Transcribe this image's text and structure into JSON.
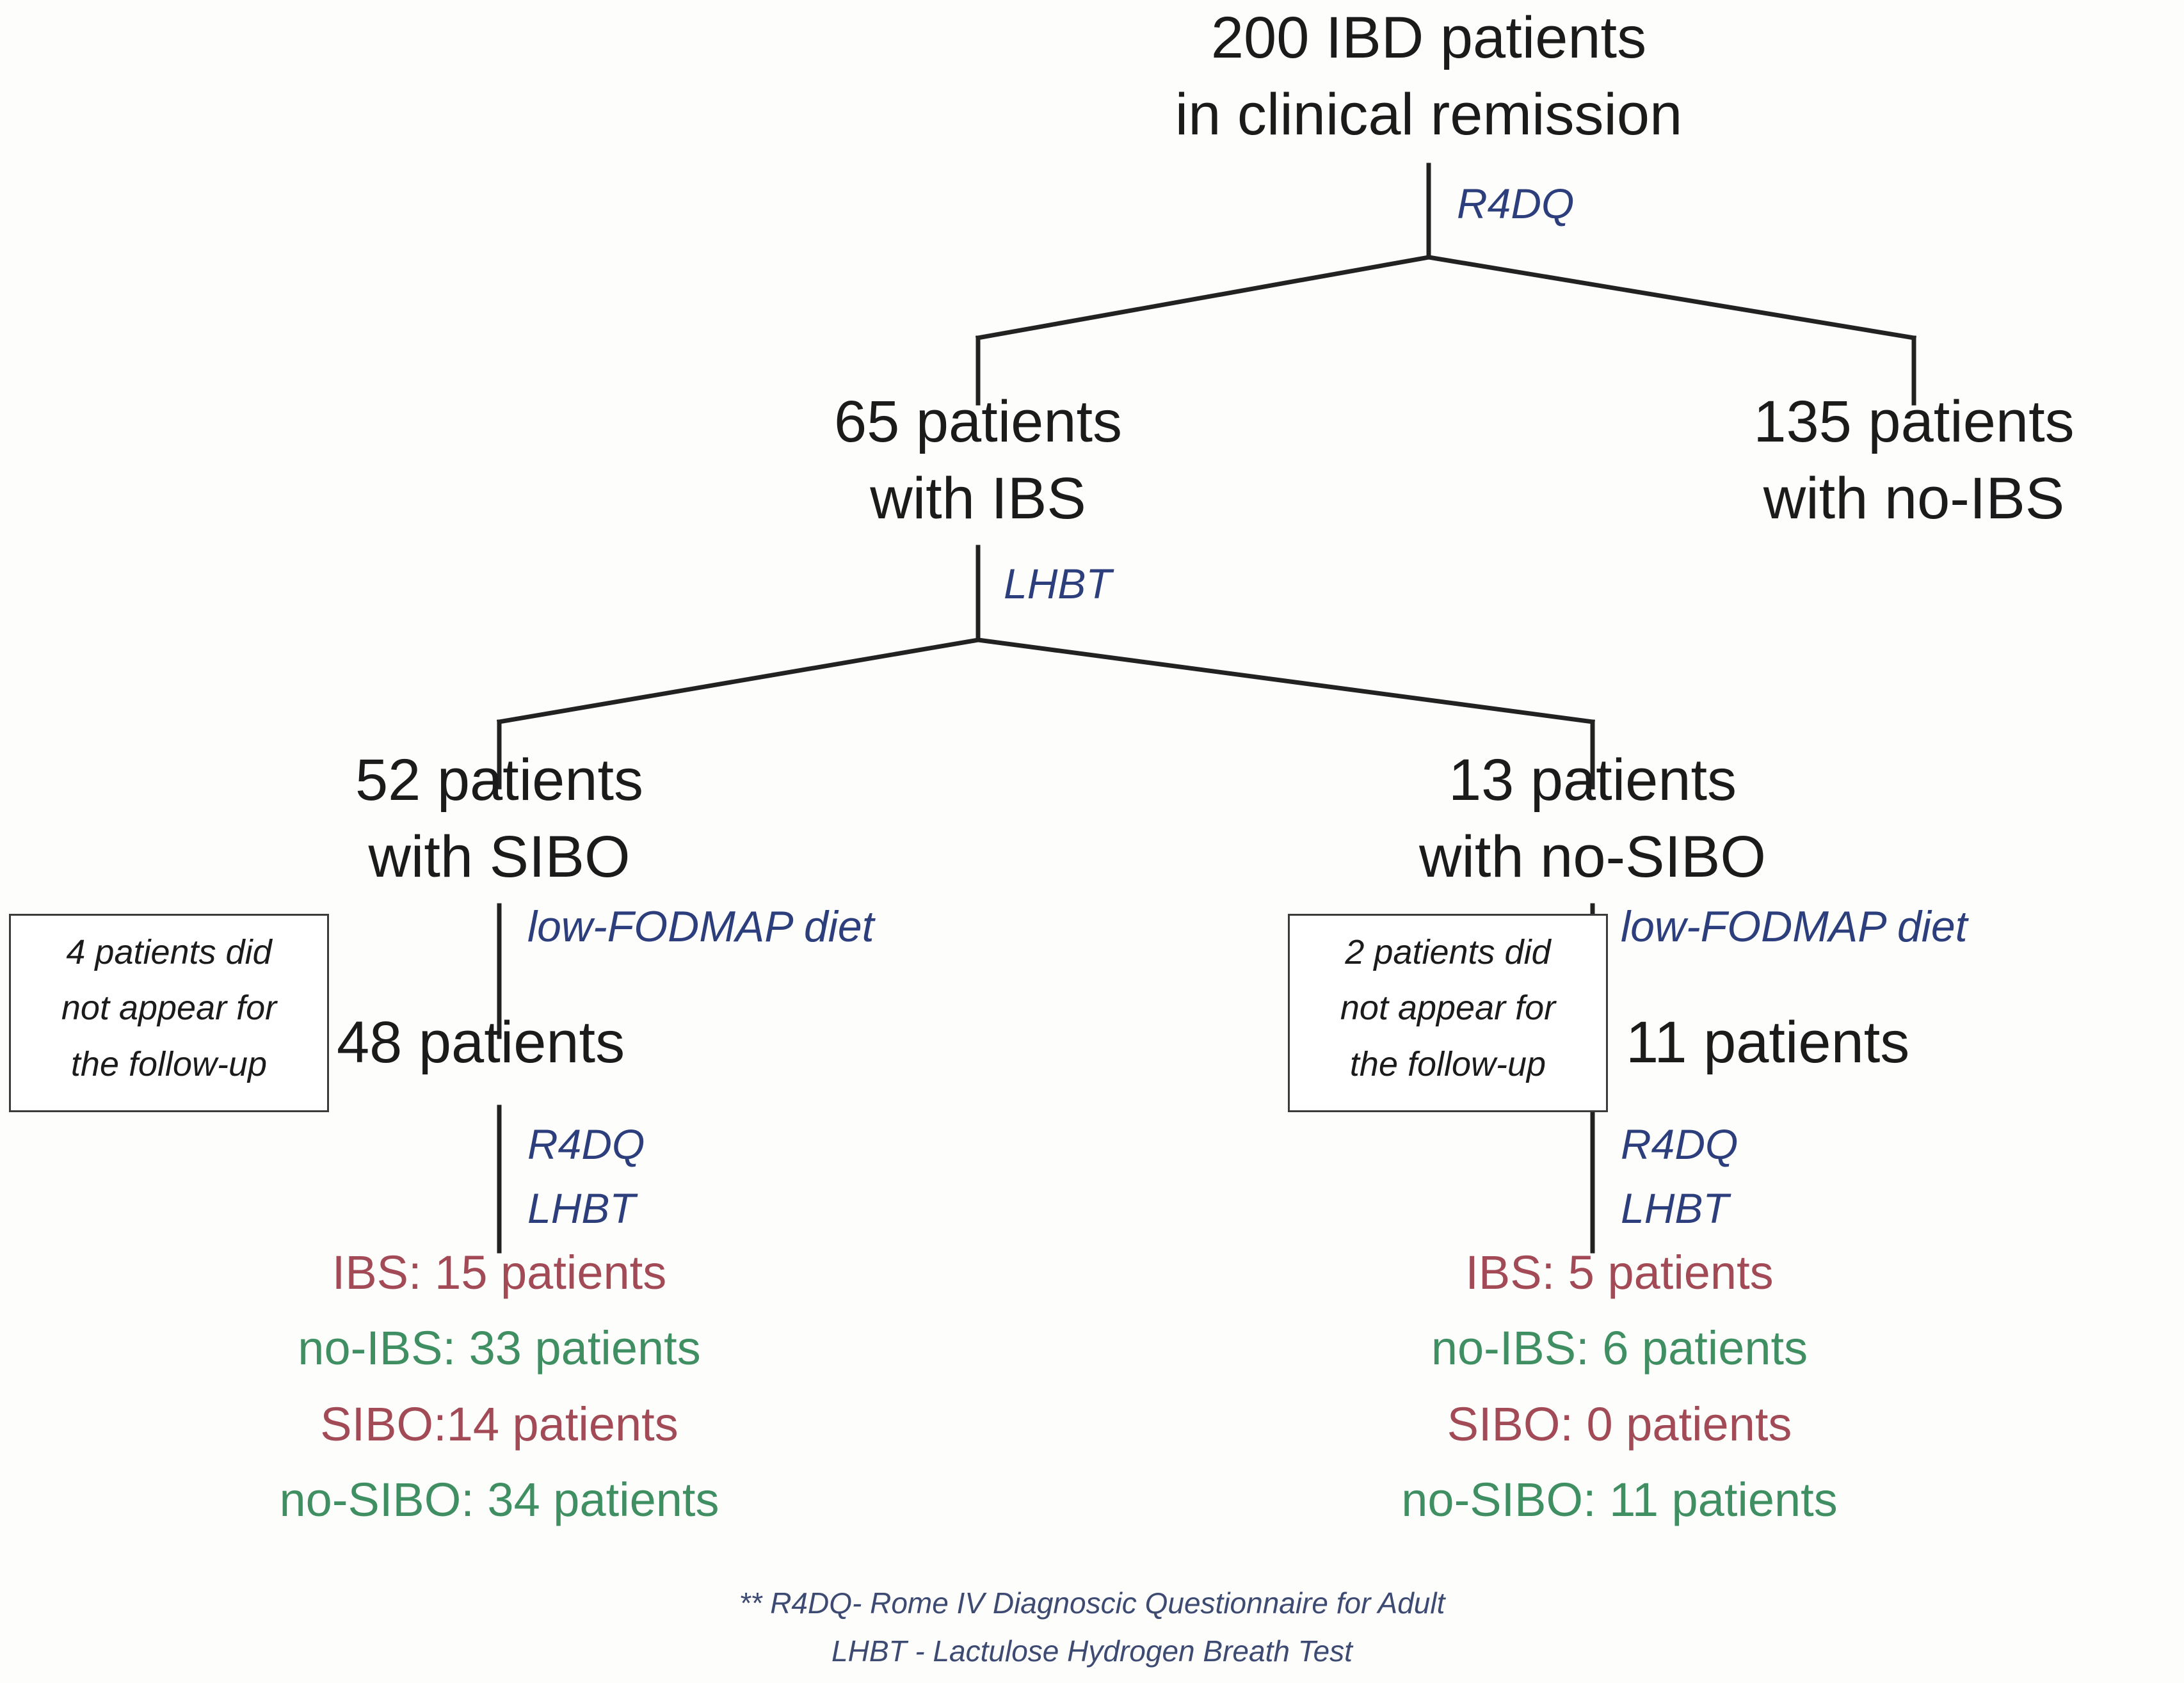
{
  "diagram": {
    "title_implicit": "IBD patient study flow",
    "colors": {
      "text": "#1b1b1b",
      "edge_label_blue": "#2c3f7c",
      "result_red": "#a24a55",
      "result_green": "#3f8f62",
      "line": "#222222",
      "background": "#fdfdfc"
    },
    "root": {
      "line1": "200 IBD patients",
      "line2": "in clinical remission"
    },
    "edges": {
      "root_to_level2": "R4DQ",
      "ibs_to_level3": "LHBT",
      "sibo_diet": "low-FODMAP diet",
      "nosibo_diet": "low-FODMAP diet",
      "sibo_followup_1": "R4DQ",
      "sibo_followup_2": "LHBT",
      "nosibo_followup_1": "R4DQ",
      "nosibo_followup_2": "LHBT"
    },
    "level2": {
      "left": {
        "line1": "65 patients",
        "line2": "with IBS"
      },
      "right": {
        "line1": "135 patients",
        "line2": "with no-IBS"
      }
    },
    "level3": {
      "left": {
        "line1": "52 patients",
        "line2": "with SIBO"
      },
      "right": {
        "line1": "13 patients",
        "line2": "with no-SIBO"
      }
    },
    "level4": {
      "left": {
        "label": "48 patients"
      },
      "right": {
        "label": "11 patients"
      }
    },
    "dropout_notes": {
      "left": {
        "line1": "4 patients did",
        "line2": "not appear for",
        "line3": "the follow-up"
      },
      "right": {
        "line1": "2 patients did",
        "line2": "not appear for",
        "line3": "the follow-up"
      }
    },
    "results": {
      "left": [
        {
          "text": "IBS: 15 patients",
          "color": "red"
        },
        {
          "text": "no-IBS: 33 patients",
          "color": "green"
        },
        {
          "text": "SIBO:14 patients",
          "color": "red"
        },
        {
          "text": "no-SIBO: 34 patients",
          "color": "green"
        }
      ],
      "right": [
        {
          "text": "IBS: 5 patients",
          "color": "red"
        },
        {
          "text": "no-IBS: 6 patients",
          "color": "green"
        },
        {
          "text": "SIBO: 0 patients",
          "color": "red"
        },
        {
          "text": "no-SIBO: 11 patients",
          "color": "green"
        }
      ]
    },
    "footnote": {
      "line1": "** R4DQ- Rome IV Diagnoscic Questionnaire for Adult",
      "line2": "LHBT - Lactulose Hydrogen Breath Test"
    }
  },
  "chart_data": {
    "type": "diagram",
    "title": "IBD patient study flow diagram",
    "nodes": [
      {
        "id": "root",
        "label": "200 IBD patients in clinical remission",
        "count": 200
      },
      {
        "id": "ibs",
        "label": "65 patients with IBS",
        "count": 65
      },
      {
        "id": "noibs",
        "label": "135 patients with no-IBS",
        "count": 135
      },
      {
        "id": "sibo",
        "label": "52 patients with SIBO",
        "count": 52
      },
      {
        "id": "nosibo",
        "label": "13 patients with no-SIBO",
        "count": 13
      },
      {
        "id": "sibo48",
        "label": "48 patients",
        "count": 48
      },
      {
        "id": "nosibo11",
        "label": "11 patients",
        "count": 11
      }
    ],
    "edges": [
      {
        "from": "root",
        "to": "ibs",
        "label": "R4DQ"
      },
      {
        "from": "root",
        "to": "noibs",
        "label": "R4DQ"
      },
      {
        "from": "ibs",
        "to": "sibo",
        "label": "LHBT"
      },
      {
        "from": "ibs",
        "to": "nosibo",
        "label": "LHBT"
      },
      {
        "from": "sibo",
        "to": "sibo48",
        "label": "low-FODMAP diet"
      },
      {
        "from": "nosibo",
        "to": "nosibo11",
        "label": "low-FODMAP diet"
      }
    ],
    "dropouts": [
      {
        "from": "sibo",
        "count": 4,
        "note": "4 patients did not appear for the follow-up"
      },
      {
        "from": "nosibo",
        "count": 2,
        "note": "2 patients did not appear for the follow-up"
      }
    ],
    "outcomes": {
      "sibo48": {
        "IBS": 15,
        "no-IBS": 33,
        "SIBO": 14,
        "no-SIBO": 34
      },
      "nosibo11": {
        "IBS": 5,
        "no-IBS": 6,
        "SIBO": 0,
        "no-SIBO": 11
      }
    }
  }
}
